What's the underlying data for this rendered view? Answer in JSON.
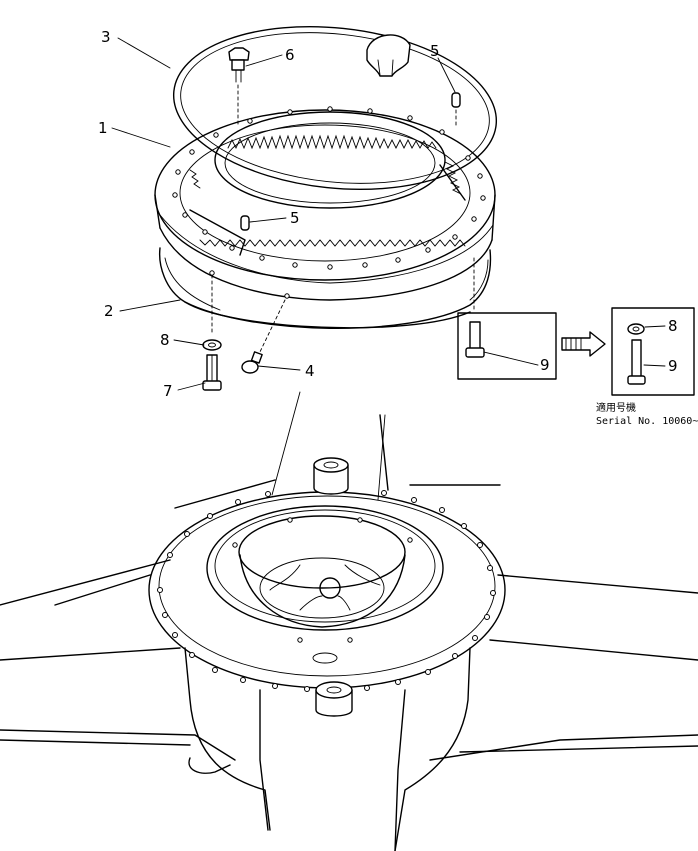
{
  "callouts": {
    "c1": "1",
    "c2": "2",
    "c3": "3",
    "c4": "4",
    "c5a": "5",
    "c5b": "5",
    "c6": "6",
    "c7": "7",
    "c8": "8",
    "c9": "9",
    "inset_c8": "8",
    "inset_c9": "9"
  },
  "serial_note": {
    "line1": "適用号機",
    "line2": "Serial No. 10060~"
  }
}
